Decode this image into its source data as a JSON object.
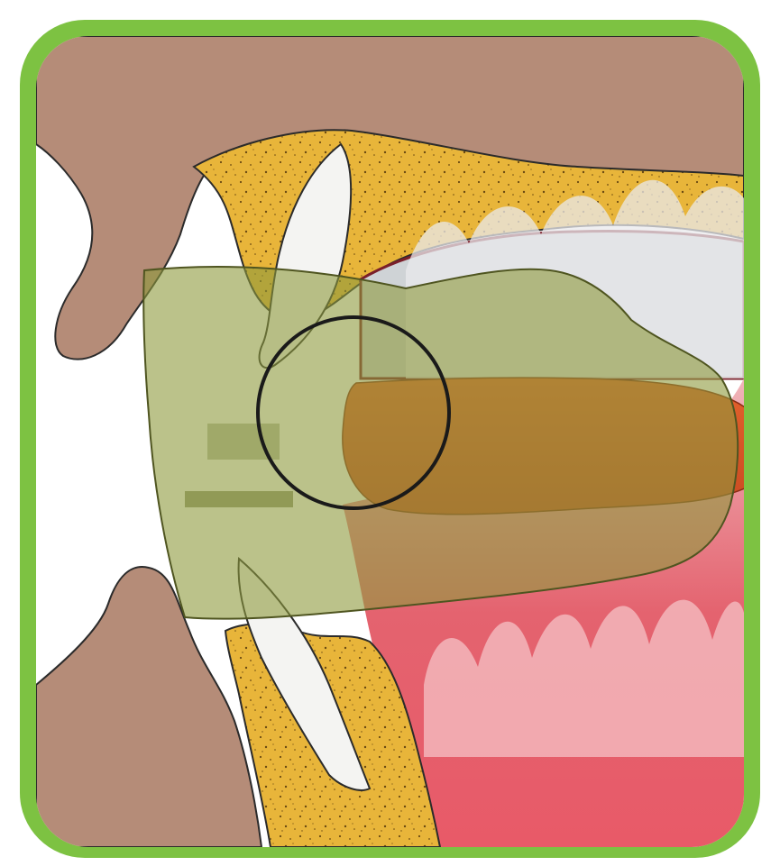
{
  "title": "",
  "colors": {
    "frame_border": "#7dc242",
    "page_background": "#ffffff",
    "inner_background": "#ffffff",
    "skin": "#b58c78",
    "bone": "#e8b53a",
    "bone_speckle": "#6b4a12",
    "gum_mouth": "#e2505c",
    "gum_light": "#f2a0a6",
    "tooth": "#f4f4f2",
    "tooth_shadow": "#c9cdd1",
    "appliance": "#8d9a3c",
    "appliance_opacity": 0.6,
    "tongue": "#d9572a",
    "mouth_roof": "#cfd3d6",
    "outline": "#2b2b2b",
    "highlight_circle": "#1a1a1a"
  },
  "labels": [],
  "elements": [
    "upper-lip",
    "lower-lip",
    "upper-jaw-bone",
    "lower-jaw-bone",
    "upper-incisor",
    "lower-incisor",
    "mouth-cavity",
    "tongue",
    "oral-appliance",
    "highlight-circle"
  ]
}
